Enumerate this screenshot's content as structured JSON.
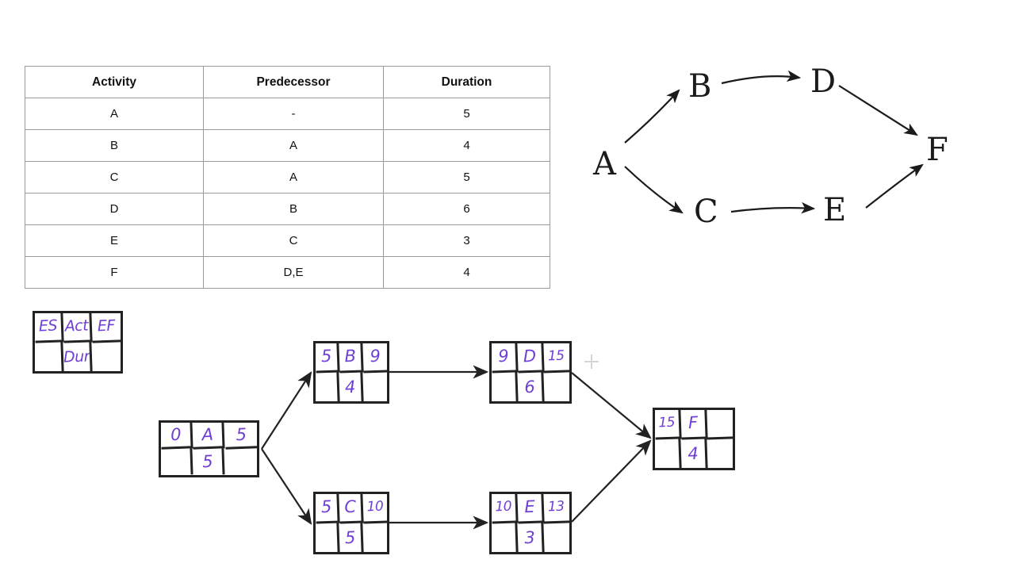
{
  "activity_table": {
    "headers": [
      "Activity",
      "Predecessor",
      "Duration"
    ],
    "rows": [
      [
        "A",
        "-",
        "5"
      ],
      [
        "B",
        "A",
        "4"
      ],
      [
        "C",
        "A",
        "5"
      ],
      [
        "D",
        "B",
        "6"
      ],
      [
        "E",
        "C",
        "3"
      ],
      [
        "F",
        "D,E",
        "4"
      ]
    ]
  },
  "sketch": {
    "nodes": [
      {
        "id": "A",
        "label": "A"
      },
      {
        "id": "B",
        "label": "B"
      },
      {
        "id": "C",
        "label": "C"
      },
      {
        "id": "D",
        "label": "D"
      },
      {
        "id": "E",
        "label": "E"
      },
      {
        "id": "F",
        "label": "F"
      }
    ],
    "edges": [
      "A->B",
      "A->C",
      "B->D",
      "C->E",
      "D->F",
      "E->F"
    ]
  },
  "legend": {
    "es": "ES",
    "act": "Act",
    "ef": "EF",
    "dur": "Dur",
    "blank": ""
  },
  "network": {
    "ink_color": "#6f3fd4",
    "nodes": {
      "a": {
        "es": "0",
        "act": "A",
        "ef": "5",
        "blank_left": "",
        "dur": "5",
        "blank_right": ""
      },
      "b": {
        "es": "5",
        "act": "B",
        "ef": "9",
        "blank_left": "",
        "dur": "4",
        "blank_right": ""
      },
      "c": {
        "es": "5",
        "act": "C",
        "ef": "10",
        "blank_left": "",
        "dur": "5",
        "blank_right": ""
      },
      "d": {
        "es": "9",
        "act": "D",
        "ef": "15",
        "blank_left": "",
        "dur": "6",
        "blank_right": ""
      },
      "e": {
        "es": "10",
        "act": "E",
        "ef": "13",
        "blank_left": "",
        "dur": "3",
        "blank_right": ""
      },
      "f": {
        "es": "15",
        "act": "F",
        "ef": "",
        "blank_left": "",
        "dur": "4",
        "blank_right": ""
      }
    },
    "edges": [
      "A->B",
      "A->C",
      "B->D",
      "C->E",
      "D->F",
      "E->F"
    ]
  }
}
